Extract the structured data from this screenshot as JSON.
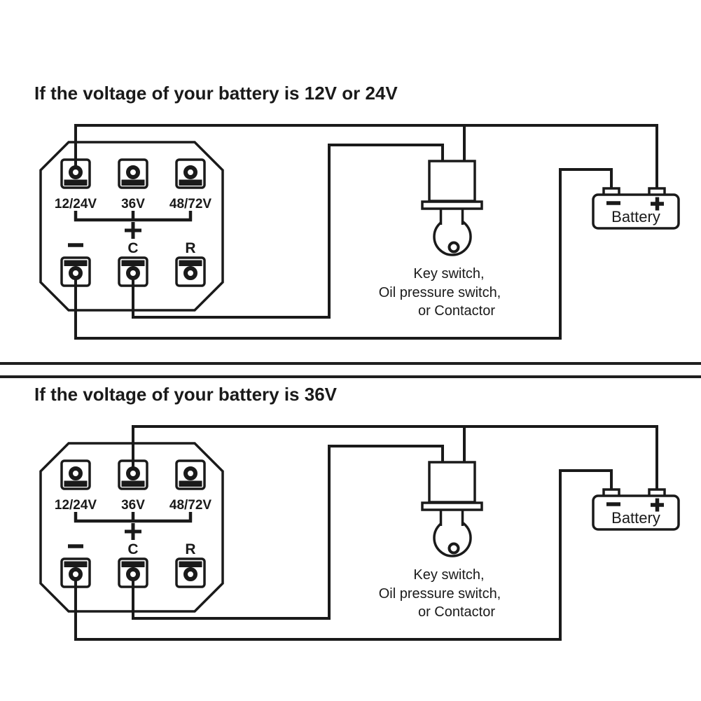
{
  "colors": {
    "background": "#ffffff",
    "line": "#1a1a1a"
  },
  "sections": [
    {
      "title": "If the voltage of your battery is 12V or 24V",
      "connected_terminal": "12/24V",
      "connected_terminal_index": 0,
      "meter": {
        "top_terminal_labels": [
          "12/24V",
          "36V",
          "48/72V"
        ],
        "plus_label": "+",
        "bottom_terminal_labels": [
          "−",
          "C",
          "R"
        ]
      },
      "switch_caption_lines": [
        "Key switch,",
        "Oil pressure switch,",
        "or Contactor"
      ],
      "battery": {
        "label": "Battery",
        "negative_sign": "−",
        "positive_sign": "+"
      }
    },
    {
      "title": "If the voltage of your battery is 36V",
      "connected_terminal": "36V",
      "connected_terminal_index": 1,
      "meter": {
        "top_terminal_labels": [
          "12/24V",
          "36V",
          "48/72V"
        ],
        "plus_label": "+",
        "bottom_terminal_labels": [
          "−",
          "C",
          "R"
        ]
      },
      "switch_caption_lines": [
        "Key switch,",
        "Oil pressure switch,",
        "or Contactor"
      ],
      "battery": {
        "label": "Battery",
        "negative_sign": "−",
        "positive_sign": "+"
      }
    }
  ]
}
